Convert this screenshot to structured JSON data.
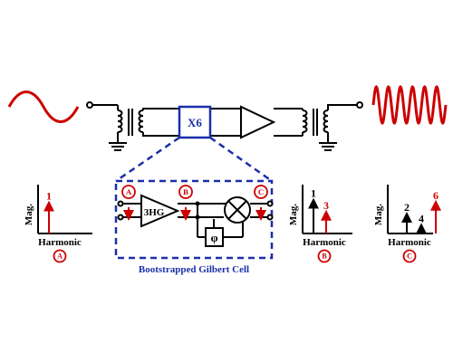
{
  "multiplier_block": {
    "label": "X6"
  },
  "tripler_block": {
    "label": "3HG"
  },
  "phase_block": {
    "label": "φ"
  },
  "bootstrapped_cell": {
    "caption": "Bootstrapped Gilbert Cell"
  },
  "nodes": [
    {
      "id": "A",
      "label": "A"
    },
    {
      "id": "B",
      "label": "B"
    },
    {
      "id": "C",
      "label": "C"
    }
  ],
  "spectra": [
    {
      "id": "A",
      "ylabel": "Mag.",
      "xlabel": "Harmonic",
      "node_label": "A",
      "lines": [
        {
          "harmonic": 1,
          "label": "1",
          "color": "#cc0000"
        }
      ]
    },
    {
      "id": "B",
      "ylabel": "Mag.",
      "xlabel": "Harmonic",
      "node_label": "B",
      "lines": [
        {
          "harmonic": 1,
          "label": "1",
          "color": "#000000"
        },
        {
          "harmonic": 3,
          "label": "3",
          "color": "#cc0000"
        }
      ]
    },
    {
      "id": "C",
      "ylabel": "Mag.",
      "xlabel": "Harmonic",
      "node_label": "C",
      "lines": [
        {
          "harmonic": 2,
          "label": "2",
          "color": "#000000"
        },
        {
          "harmonic": 4,
          "label": "4",
          "color": "#000000"
        },
        {
          "harmonic": 6,
          "label": "6",
          "color": "#cc0000"
        }
      ]
    }
  ],
  "colors": {
    "signal": "#cc0000",
    "highlight_blue": "#1a2faa",
    "wire": "#000000"
  }
}
